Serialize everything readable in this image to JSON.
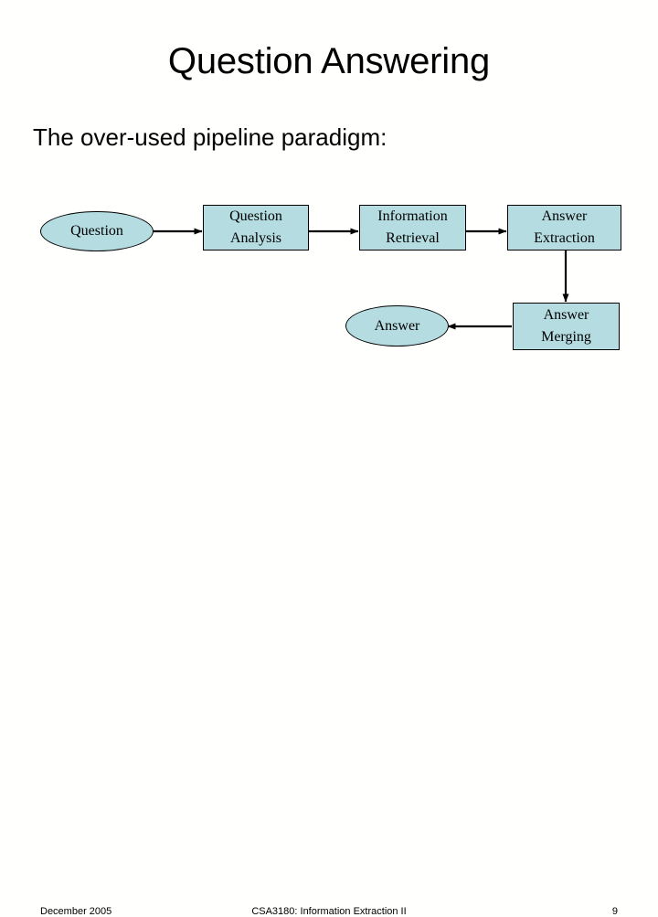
{
  "slide": {
    "title": "Question Answering",
    "subtitle": "The over-used pipeline paradigm:"
  },
  "diagram": {
    "type": "flowchart",
    "node_fill_color": "#b4dce1",
    "node_border_color": "#000000",
    "connector_color": "#000000",
    "nodes": [
      {
        "id": "question",
        "label_lines": [
          "Question"
        ],
        "shape": "ellipse"
      },
      {
        "id": "qanalysis",
        "label_lines": [
          "Question",
          "Analysis"
        ],
        "shape": "rect"
      },
      {
        "id": "ir",
        "label_lines": [
          "Information",
          "Retrieval"
        ],
        "shape": "rect"
      },
      {
        "id": "aextraction",
        "label_lines": [
          "Answer",
          "Extraction"
        ],
        "shape": "rect"
      },
      {
        "id": "amerging",
        "label_lines": [
          "Answer",
          "Merging"
        ],
        "shape": "rect"
      },
      {
        "id": "answer",
        "label_lines": [
          "Answer"
        ],
        "shape": "ellipse"
      }
    ],
    "edges": [
      {
        "from": "question",
        "to": "qanalysis",
        "direction": "right"
      },
      {
        "from": "qanalysis",
        "to": "ir",
        "direction": "right"
      },
      {
        "from": "ir",
        "to": "aextraction",
        "direction": "right"
      },
      {
        "from": "aextraction",
        "to": "amerging",
        "direction": "down"
      },
      {
        "from": "amerging",
        "to": "answer",
        "direction": "left"
      }
    ]
  },
  "footer": {
    "date": "December 2005",
    "course": "CSA3180: Information Extraction II",
    "page_number": "9"
  }
}
